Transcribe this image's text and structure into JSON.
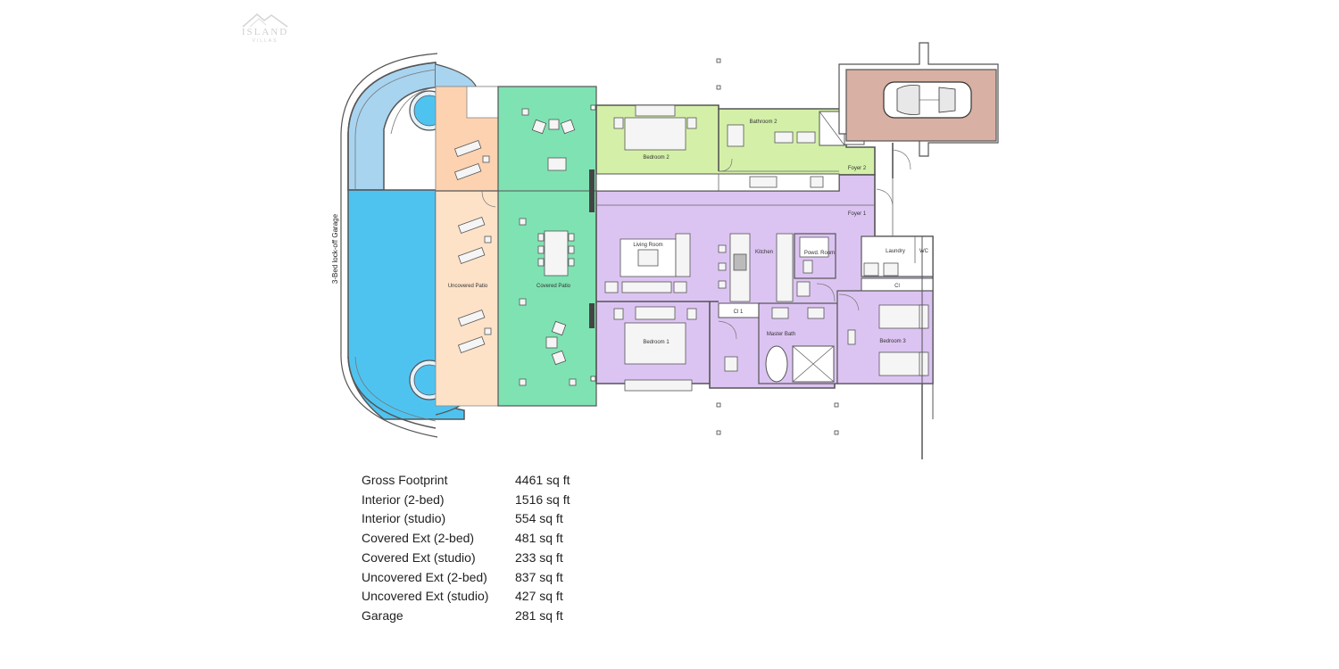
{
  "logo": {
    "line1": "ISLAND",
    "line2": "VILLAS"
  },
  "plan": {
    "side_label": "3-Bed lock-off Garage",
    "rooms": {
      "bedroom2": "Bedroom 2",
      "bathroom2": "Bathroom 2",
      "wc": "WC",
      "foyer2": "Foyer 2",
      "foyer1": "Foyer 1",
      "living": "Living Room",
      "kitchen": "Kitchen",
      "powder": "Powd. Room",
      "laundry": "Laundry",
      "wc2": "WC",
      "cl": "Cl",
      "cl1": "Cl 1",
      "bedroom1": "Bedroom 1",
      "masterbath": "Master Bath",
      "bedroom3": "Bedroom 3",
      "uncovered": "Uncovered Patio",
      "covered": "Covered Patio"
    },
    "colors": {
      "pool": "#a8d4f0",
      "pool_deep": "#4fc3f0",
      "uncovered": "#fde2c8",
      "covered": "#7fe2b2",
      "bedroom2": "#d4f0a8",
      "interior": "#dcc4f2",
      "garage": "#d8b0a4"
    }
  },
  "areas": [
    {
      "label": "Gross Footprint",
      "value": "4461 sq ft"
    },
    {
      "label": "Interior (2-bed)",
      "value": "1516 sq ft"
    },
    {
      "label": "Interior (studio)",
      "value": "554 sq ft"
    },
    {
      "label": "Covered Ext (2-bed)",
      "value": "481 sq ft"
    },
    {
      "label": "Covered Ext (studio)",
      "value": "233 sq ft"
    },
    {
      "label": "Uncovered Ext (2-bed)",
      "value": "837 sq ft"
    },
    {
      "label": "Uncovered Ext (studio)",
      "value": "427 sq ft"
    },
    {
      "label": "Garage",
      "value": "281 sq ft"
    }
  ]
}
